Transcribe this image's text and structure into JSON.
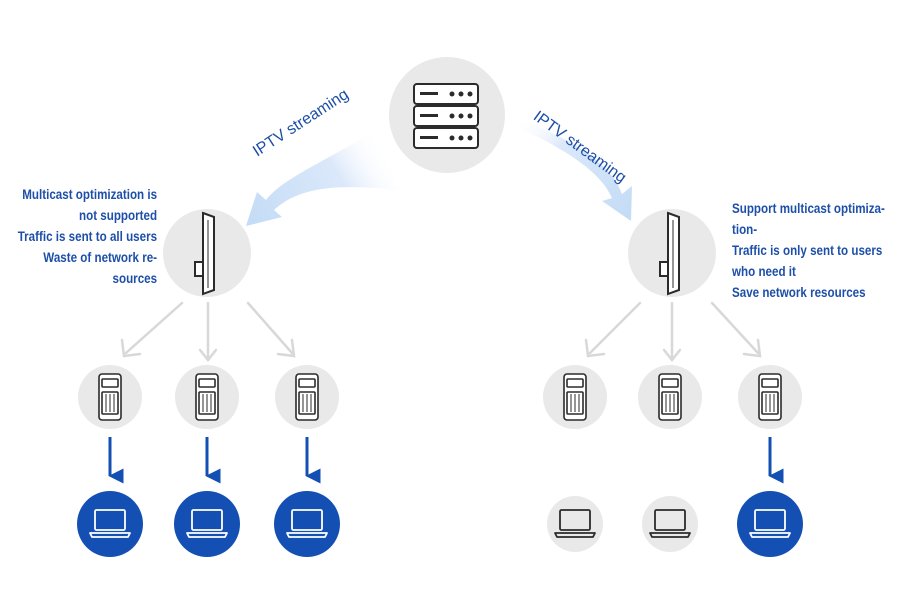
{
  "colors": {
    "accent": "#1450b4",
    "node_bg": "#e9e9e9",
    "arrow_gray": "#d8d8d8",
    "text_blue": "#1d4fa8"
  },
  "streams": {
    "left_label": "IPTV streaming",
    "right_label": "IPTV streaming"
  },
  "left_panel": {
    "lines": [
      "Multicast optimization is",
      "not supported",
      "Traffic is sent to all users",
      "Waste of network re-",
      "sources"
    ]
  },
  "right_panel": {
    "lines": [
      "Support multicast optimiza-",
      "tion-",
      "Traffic is only sent to users",
      "who need it",
      "Save network resources"
    ]
  },
  "icons": {
    "server": "server-rack-icon",
    "access_point": "wall-access-point-icon",
    "bridge": "cpe-bridge-icon",
    "laptop": "laptop-icon"
  },
  "clients": {
    "left": [
      {
        "receives": true
      },
      {
        "receives": true
      },
      {
        "receives": true
      }
    ],
    "right": [
      {
        "receives": false
      },
      {
        "receives": false
      },
      {
        "receives": true
      }
    ]
  }
}
